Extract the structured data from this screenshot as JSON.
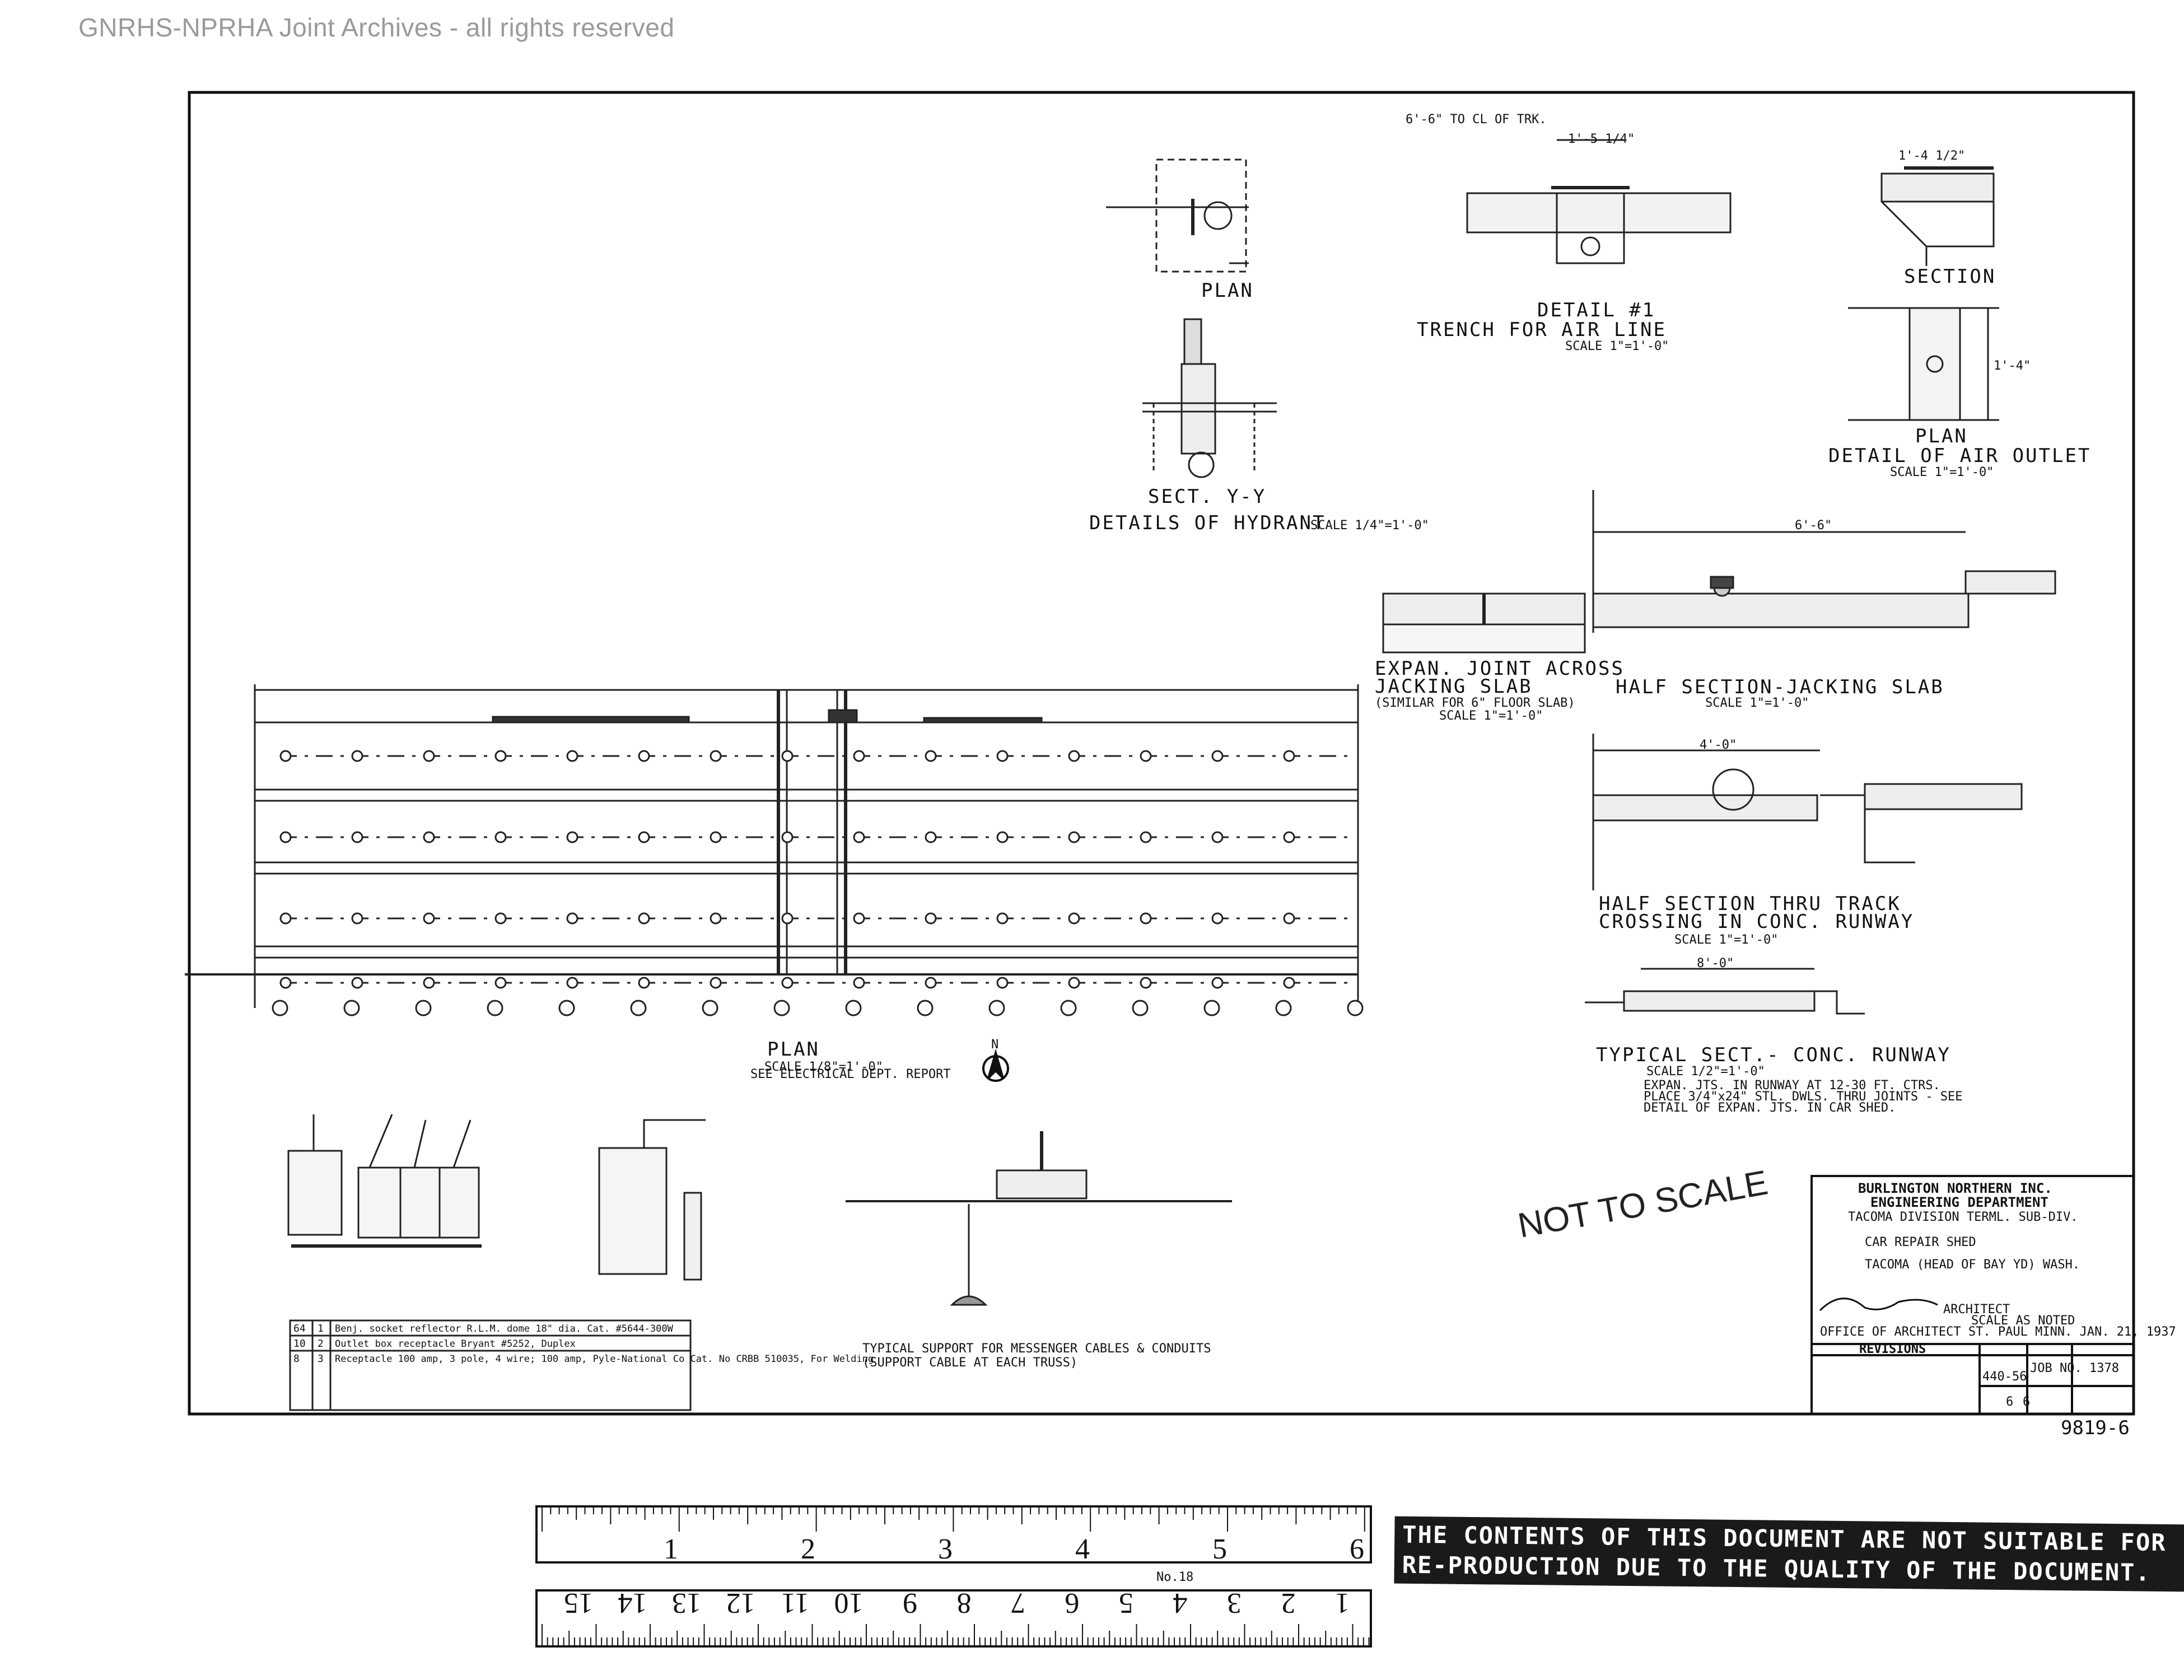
{
  "watermark": "GNRHS-NPRHA Joint Archives - all rights reserved",
  "stamp": "NOT TO SCALE",
  "file_number": "9819-6",
  "north": "N",
  "titleblock": {
    "company": "BURLINGTON NORTHERN INC.",
    "department": "ENGINEERING DEPARTMENT",
    "division": "TACOMA   DIVISION TERML. SUB-DIV.",
    "title": "CAR REPAIR SHED",
    "location": "TACOMA (HEAD OF BAY YD) WASH.",
    "architect": "ARCHITECT",
    "scale": "SCALE AS NOTED",
    "office": "OFFICE OF ARCHITECT  ST. PAUL MINN.  JAN. 21, 1937",
    "revisions": "REVISIONS",
    "afe": "440-56",
    "job": "JOB NO. 1378",
    "sheet": "6",
    "of": "6"
  },
  "views": {
    "plan_main": "PLAN",
    "plan_main_scale": "SCALE 1/8\"=1'-0\"",
    "plan_main_note": "SEE ELECTRICAL DEPT. REPORT",
    "hydrant_plan": "PLAN",
    "hydrant_sect": "SECT. Y-Y",
    "hydrant_title": "DETAILS OF HYDRANT",
    "hydrant_scale": "SCALE 1/4\"=1'-0\"",
    "detail1_title": "DETAIL #1",
    "detail1_sub": "TRENCH FOR AIR LINE",
    "detail1_scale": "SCALE 1\"=1'-0\"",
    "air_section": "SECTION",
    "air_plan": "PLAN",
    "air_title": "DETAIL OF AIR OUTLET",
    "air_scale": "SCALE 1\"=1'-0\"",
    "expan_title1": "EXPAN. JOINT ACROSS",
    "expan_title2": "JACKING SLAB",
    "expan_sub": "(SIMILAR FOR 6\" FLOOR SLAB)",
    "expan_scale": "SCALE 1\"=1'-0\"",
    "half_jack": "HALF SECTION-JACKING SLAB",
    "half_jack_scale": "SCALE 1\"=1'-0\"",
    "half_track1": "HALF SECTION THRU TRACK",
    "half_track2": "CROSSING IN CONC. RUNWAY",
    "half_track_scale": "SCALE 1\"=1'-0\"",
    "runway_title": "TYPICAL SECT.- CONC. RUNWAY",
    "runway_scale": "SCALE 1/2\"=1'-0\"",
    "runway_note1": "EXPAN. JTS. IN RUNWAY AT 12-30 FT. CTRS.",
    "runway_note2": "PLACE 3/4\"x24\" STL. DWLS. THRU JOINTS - SEE",
    "runway_note3": "DETAIL OF EXPAN. JTS. IN CAR SHED.",
    "support_title": "TYPICAL SUPPORT FOR MESSENGER CABLES & CONDUITS",
    "support_sub": "(SUPPORT CABLE AT EACH TRUSS)"
  },
  "dims": {
    "d1": "1'-5 1/4\"",
    "d2": "1'-4 1/2\"",
    "d3": "6'-6\"",
    "d4": "4'-0\"",
    "d5": "8'-0\"",
    "d6": "1'-4\""
  },
  "legend": [
    {
      "qty": "64",
      "symbol": "1",
      "text": "Benj. socket reflector R.L.M. dome 18\" dia. Cat. #5644-300W"
    },
    {
      "qty": "10",
      "symbol": "2",
      "text": "Outlet box receptacle  Bryant #5252, Duplex"
    },
    {
      "qty": "8",
      "symbol": "3",
      "text": "Receptacle 100 amp, 3 pole, 4 wire; 100 amp, Pyle-National Co Cat. No CRBB 510035, For Welding"
    }
  ],
  "ruler": {
    "inches": [
      "1",
      "2",
      "3",
      "4",
      "5",
      "6"
    ],
    "cm": [
      "1",
      "2",
      "3",
      "4",
      "5",
      "6",
      "7",
      "8",
      "9",
      "10",
      "11",
      "12",
      "13",
      "14",
      "15"
    ],
    "label": "No.18"
  },
  "bottom_note": "THE CONTENTS OF THIS DOCUMENT ARE NOT SUITABLE FOR RE-PRODUCTION DUE TO THE QUALITY OF THE DOCUMENT."
}
